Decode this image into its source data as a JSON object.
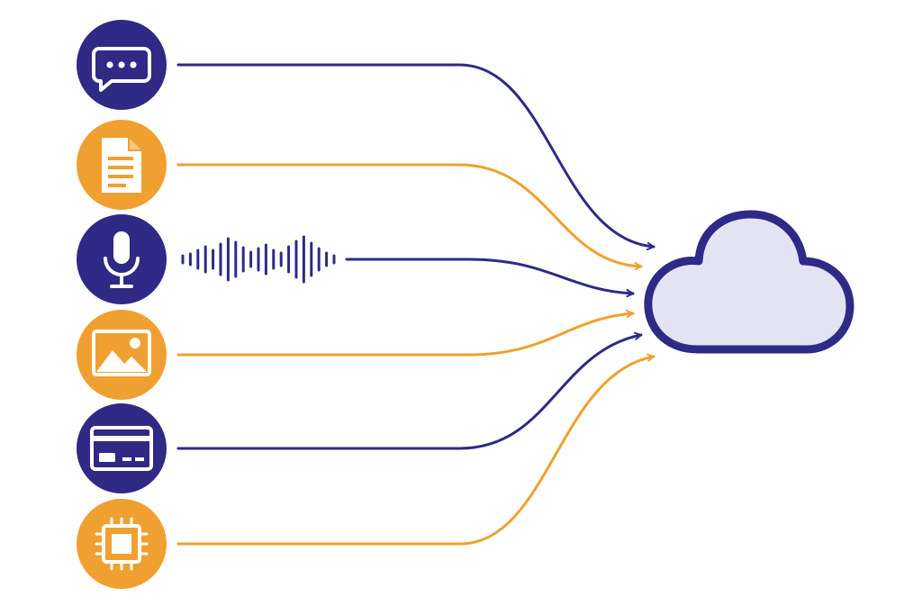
{
  "colors": {
    "navy": "#2E2A85",
    "orange": "#F0A030",
    "cloud_fill": "#E4E3F3",
    "icon_light": "#ffffff"
  },
  "sources": [
    {
      "id": "chat",
      "icon": "chat-bubble-icon",
      "color": "navy"
    },
    {
      "id": "document",
      "icon": "document-icon",
      "color": "orange"
    },
    {
      "id": "audio",
      "icon": "microphone-icon",
      "color": "navy",
      "has_waveform": true
    },
    {
      "id": "image",
      "icon": "image-icon",
      "color": "orange"
    },
    {
      "id": "card",
      "icon": "credit-card-icon",
      "color": "navy"
    },
    {
      "id": "chip",
      "icon": "chip-icon",
      "color": "orange"
    }
  ],
  "target": {
    "icon": "cloud-icon"
  }
}
